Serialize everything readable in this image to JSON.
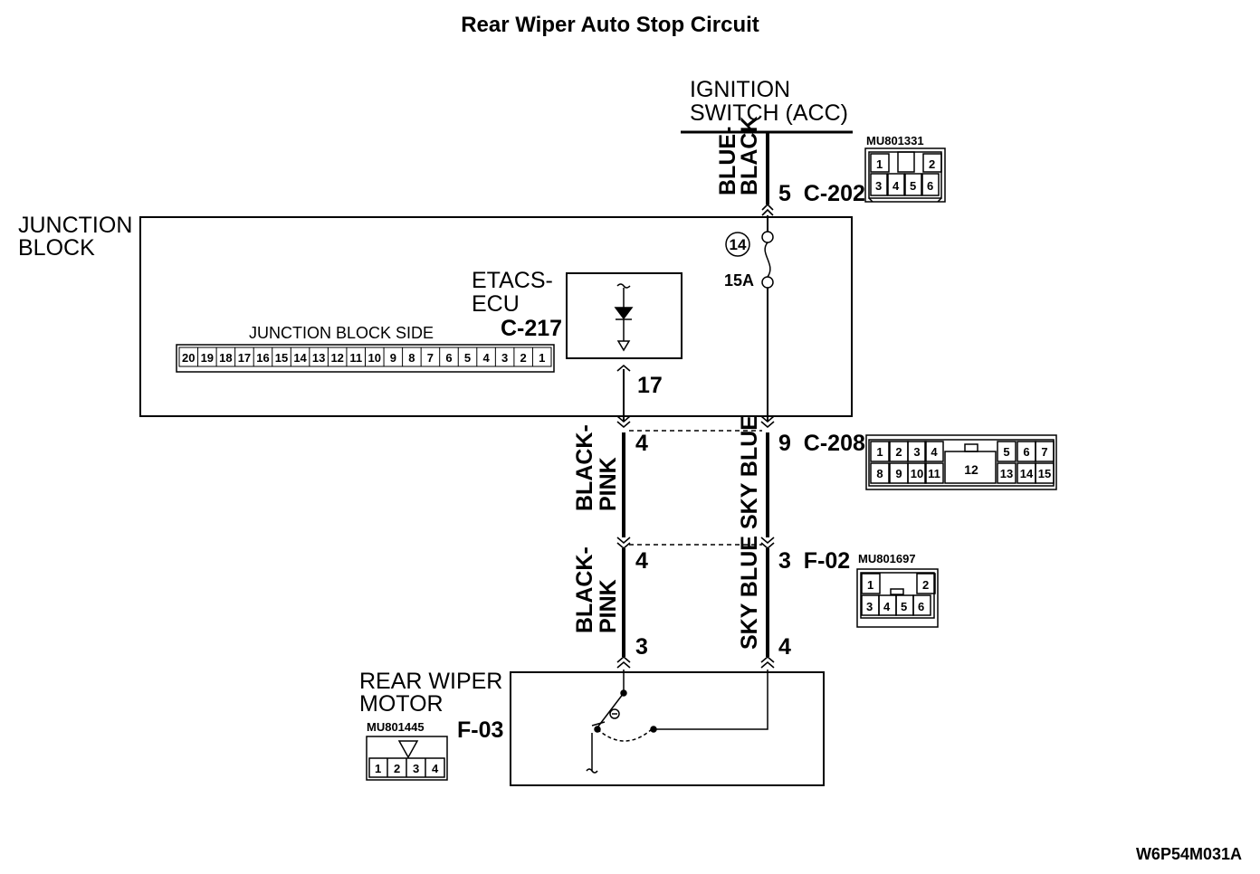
{
  "title": "Rear Wiper Auto Stop Circuit",
  "image_code": "W6P54M031A",
  "ignition_switch": {
    "line1": "IGNITION",
    "line2": "SWITCH (ACC)"
  },
  "junction_block": {
    "line1": "JUNCTION",
    "line2": "BLOCK",
    "side_label": "JUNCTION BLOCK SIDE",
    "pins": [
      "20",
      "19",
      "18",
      "17",
      "16",
      "15",
      "14",
      "13",
      "12",
      "11",
      "10",
      "9",
      "8",
      "7",
      "6",
      "5",
      "4",
      "3",
      "2",
      "1"
    ]
  },
  "etacs": {
    "line1": "ETACS-",
    "line2": "ECU",
    "connector": "C-217",
    "pin": "17"
  },
  "fuse": {
    "number": "14",
    "rating": "15A"
  },
  "wires": {
    "blue_black_1": "BLUE-",
    "blue_black_2": "BLACK",
    "black_pink_1": "BLACK-",
    "black_pink_2": "PINK",
    "sky_blue": "SKY BLUE"
  },
  "connectors": {
    "c202": {
      "label": "5  C-202",
      "part": "MU801331",
      "pins_top": [
        "1",
        "2"
      ],
      "pins_bottom": [
        "3",
        "4",
        "5",
        "6"
      ]
    },
    "c208": {
      "left_pin": "4",
      "label": "9  C-208",
      "pins_top": [
        "1",
        "2",
        "3",
        "4",
        "5",
        "6",
        "7"
      ],
      "pins_bottom": [
        "8",
        "9",
        "10",
        "11",
        "13",
        "14",
        "15"
      ],
      "center": "12"
    },
    "f02": {
      "left_pin": "4",
      "label": "3  F-02",
      "part": "MU801697",
      "pins_top": [
        "1",
        "2"
      ],
      "pins_bottom": [
        "3",
        "4",
        "5",
        "6"
      ]
    },
    "f03": {
      "left_pin": "3",
      "right_pin": "4",
      "label": "F-03",
      "part": "MU801445",
      "pins": [
        "1",
        "2",
        "3",
        "4"
      ]
    }
  },
  "motor": {
    "line1": "REAR WIPER",
    "line2": "MOTOR"
  }
}
